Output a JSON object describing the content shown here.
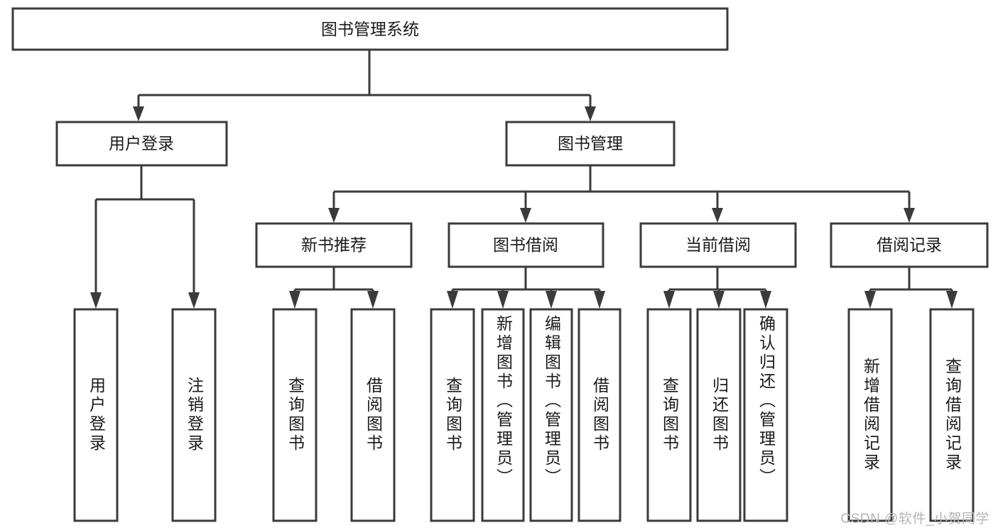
{
  "diagram": {
    "type": "tree",
    "title": "图书管理系统",
    "orientation": "top-down",
    "theme": {
      "background": "#ffffff",
      "box_fill": "#ffffff",
      "box_stroke": "#3b3b3b",
      "text_color": "#1a1a1a",
      "watermark_color": "#b4b4b4"
    },
    "root": {
      "label": "图书管理系统"
    },
    "level1": [
      {
        "label": "用户登录"
      },
      {
        "label": "图书管理"
      }
    ],
    "level2": [
      {
        "label": "新书推荐"
      },
      {
        "label": "图书借阅"
      },
      {
        "label": "当前借阅"
      },
      {
        "label": "借阅记录"
      }
    ],
    "leaves": {
      "user_login": [
        {
          "label": "用户登录"
        },
        {
          "label": "注销登录"
        }
      ],
      "new_book_recommend": [
        {
          "label": "查询图书"
        },
        {
          "label": "借阅图书"
        }
      ],
      "book_borrow": [
        {
          "label": "查询图书"
        },
        {
          "label": "新增图书（管理员）"
        },
        {
          "label": "编辑图书（管理员）"
        },
        {
          "label": "借阅图书"
        }
      ],
      "current_borrow": [
        {
          "label": "查询图书"
        },
        {
          "label": "归还图书"
        },
        {
          "label": "确认归还（管理员）"
        }
      ],
      "borrow_record": [
        {
          "label": "新增借阅记录"
        },
        {
          "label": "查询借阅记录"
        }
      ]
    }
  },
  "watermark": {
    "text": "CSDN @软件_小贺同学"
  }
}
